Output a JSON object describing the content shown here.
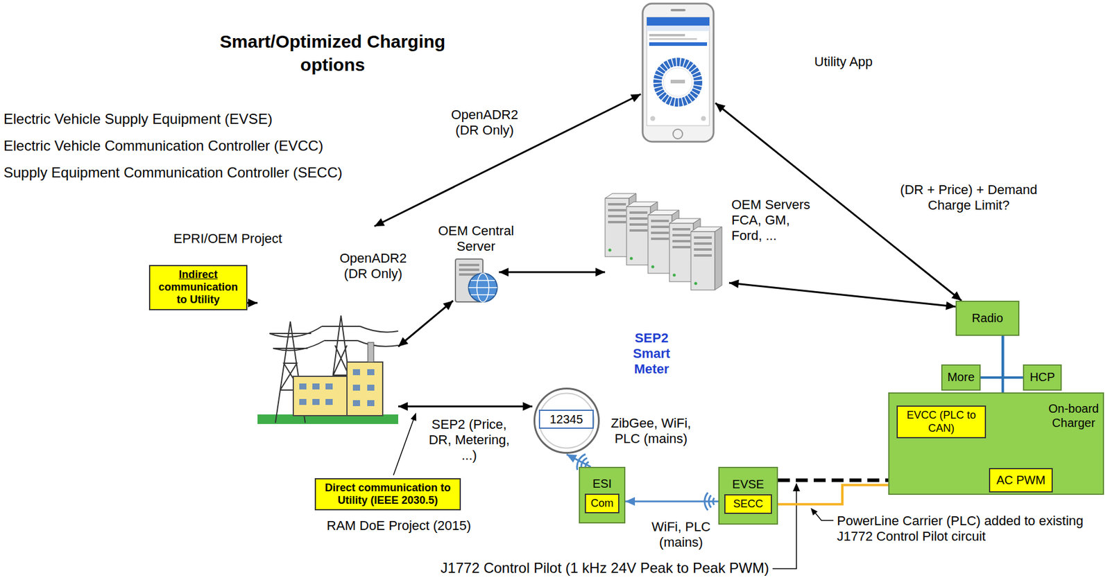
{
  "diagram": {
    "title": "Smart/Optimized Charging options",
    "nodes": [
      {
        "text": [
          "Utility App"
        ]
      },
      {
        "text": [
          "OEM Central Server"
        ]
      },
      {
        "text": [
          "OEM Servers FCA, GM, Ford, ..."
        ]
      },
      {
        "text": [
          "Indirect communication to Utility"
        ]
      },
      {
        "text": [
          "EPRI/OEM Project"
        ]
      },
      {
        "text": [
          "12345",
          "SEP2 Smart Meter"
        ]
      },
      {
        "text": [
          "Direct communication to Utility (IEEE 2030.5)"
        ]
      },
      {
        "text": [
          "ESI"
        ]
      },
      {
        "text": [
          "Com"
        ],
        "in": 7
      },
      {
        "text": [
          "EVSE"
        ]
      },
      {
        "text": [
          "SECC"
        ],
        "in": 9
      },
      {
        "text": [
          "Radio"
        ]
      },
      {
        "text": [
          "More"
        ]
      },
      {
        "text": [
          "HCP"
        ]
      },
      {
        "text": [
          "On-board Charger"
        ]
      },
      {
        "text": [
          "EVCC (PLC to CAN)"
        ],
        "in": 14
      },
      {
        "text": [
          "AC PWM"
        ],
        "in": 14
      }
    ],
    "edges": [
      {
        "from": 0,
        "to": 4,
        "arrow": "both",
        "label": "OpenADR2 (DR Only)"
      },
      {
        "from": 4,
        "to": 1,
        "arrow": "both",
        "label": "OpenADR2 (DR Only)"
      },
      {
        "from": 1,
        "to": 2,
        "arrow": "both"
      },
      {
        "from": 2,
        "to": 11,
        "arrow": "both"
      },
      {
        "from": 0,
        "to": 11,
        "arrow": "both",
        "label": "(DR + Price) + Demand Charge Limit?"
      },
      {
        "from": 3,
        "to": 4,
        "arrow": "to"
      },
      {
        "from": 4,
        "to": 5,
        "arrow": "both",
        "label": "SEP2 (Price, DR, Metering, ...)"
      },
      {
        "from": 7,
        "to": 5,
        "arrow": "to",
        "label": "ZibGee, WiFi, PLC (mains)"
      },
      {
        "from": 9,
        "to": 7,
        "arrow": "to",
        "label": "WiFi, PLC (mains)"
      },
      {
        "from": 9,
        "to": 16,
        "arrow": "none"
      },
      {
        "from": 10,
        "to": 15,
        "arrow": "none"
      },
      {
        "from": 11,
        "to": 12,
        "arrow": "none"
      },
      {
        "from": 11,
        "to": 13,
        "arrow": "none"
      },
      {
        "from": 11,
        "to": 15,
        "arrow": "none"
      },
      {
        "from": 11,
        "to": 16,
        "arrow": "none"
      }
    ],
    "labels": [
      "Electric Vehicle Supply Equipment (EVSE)",
      "Electric Vehicle Communication Controller (EVCC)",
      "Supply Equipment Communication Controller (SECC)",
      "RAM DoE Project (2015)",
      "J1772 Control Pilot (1 kHz 24V Peak to Peak PWM)",
      "PowerLine Carrier (PLC) added to existing J1772 Control Pilot circuit"
    ]
  }
}
